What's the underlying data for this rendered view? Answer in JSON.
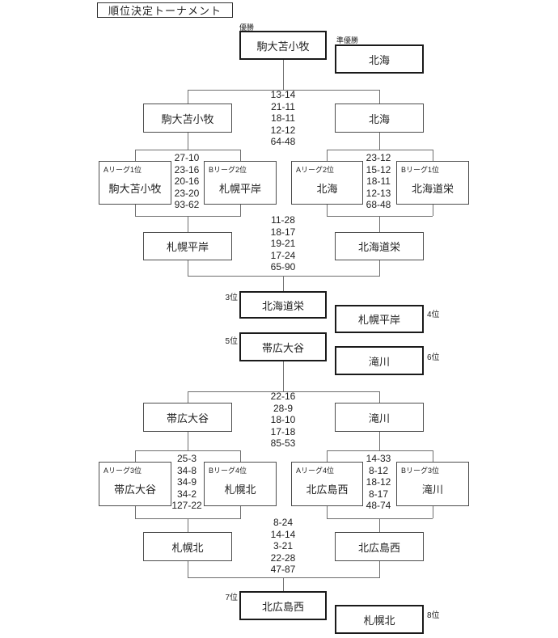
{
  "title": "順位決定トーナメント",
  "final": {
    "champion_label": "優勝",
    "champion": "駒大苫小牧",
    "runner_up_label": "準優勝",
    "runner_up": "北海",
    "left_team": "駒大苫小牧",
    "right_team": "北海",
    "scores": [
      "13-14",
      "21-11",
      "18-11",
      "12-12",
      "64-48"
    ]
  },
  "upper_left_qf": {
    "seed_a": "Aリーグ1位",
    "team_a": "駒大苫小牧",
    "seed_b": "Bリーグ2位",
    "team_b": "札幌平岸",
    "scores": [
      "27-10",
      "23-16",
      "20-16",
      "23-20",
      "93-62"
    ]
  },
  "upper_right_qf": {
    "seed_a": "Aリーグ2位",
    "team_a": "北海",
    "seed_b": "Bリーグ1位",
    "team_b": "北海道栄",
    "scores": [
      "23-12",
      "15-12",
      "18-11",
      "12-13",
      "68-48"
    ]
  },
  "third_place_match": {
    "left_team": "札幌平岸",
    "right_team": "北海道栄",
    "scores": [
      "11-28",
      "18-17",
      "19-21",
      "17-24",
      "65-90"
    ]
  },
  "rankings": [
    {
      "label": "3位",
      "team": "北海道栄"
    },
    {
      "label": "4位",
      "team": "札幌平岸"
    },
    {
      "label": "5位",
      "team": "帯広大谷"
    },
    {
      "label": "6位",
      "team": "滝川"
    },
    {
      "label": "7位",
      "team": "北広島西"
    },
    {
      "label": "8位",
      "team": "札幌北"
    }
  ],
  "fifth_place_match": {
    "left_team": "帯広大谷",
    "right_team": "滝川",
    "scores": [
      "22-16",
      "28-9",
      "18-10",
      "17-18",
      "85-53"
    ]
  },
  "lower_left_qf": {
    "seed_a": "Aリーグ3位",
    "team_a": "帯広大谷",
    "seed_b": "Bリーグ4位",
    "team_b": "札幌北",
    "scores": [
      "25-3",
      "34-8",
      "34-9",
      "34-2",
      "127-22"
    ]
  },
  "lower_right_qf": {
    "seed_a": "Aリーグ4位",
    "team_a": "北広島西",
    "seed_b": "Bリーグ3位",
    "team_b": "滝川",
    "scores": [
      "14-33",
      "8-12",
      "18-12",
      "8-17",
      "48-74"
    ]
  },
  "seventh_place_match": {
    "left_team": "札幌北",
    "right_team": "北広島西",
    "scores": [
      "8-24",
      "14-14",
      "3-21",
      "22-28",
      "47-87"
    ]
  },
  "colors": {
    "background": "#ffffff",
    "line": "#6e6e6e",
    "box_border": "#4d4d4d",
    "emphasis_border": "#1a1a1a",
    "text": "#1f1f1f"
  }
}
